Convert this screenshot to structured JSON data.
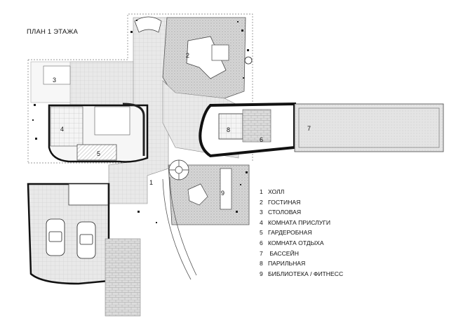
{
  "plan_title": "ПЛАН 1 ЭТАЖА",
  "legend": [
    {
      "num": "1",
      "text": "ХОЛЛ"
    },
    {
      "num": "2",
      "text": "ГОСТИНАЯ"
    },
    {
      "num": "3",
      "text": "СТОЛОВАЯ"
    },
    {
      "num": "4",
      "text": "КОМНАТА ПРИСЛУГИ"
    },
    {
      "num": "5",
      "text": "ГАРДЕРОБНАЯ"
    },
    {
      "num": "6",
      "text": "КОМНАТА  ОТДЫХА"
    },
    {
      "num": "7",
      "text": " БАССЕЙН"
    },
    {
      "num": "8",
      "text": "ПАРИЛЬНАЯ"
    },
    {
      "num": "9",
      "text": "БИБЛИОТЕКА / ФИТНЕСС"
    }
  ],
  "room_markers": [
    "1",
    "2",
    "3",
    "4",
    "5",
    "6",
    "7",
    "8",
    "9"
  ]
}
